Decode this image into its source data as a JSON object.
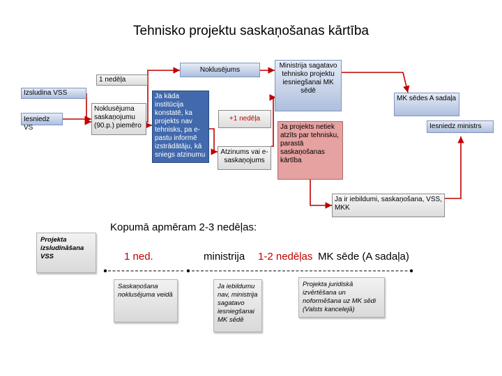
{
  "title": "Tehnisko projektu saskaņošanas kārtība",
  "nodes": {
    "izsludina": "Izsludina VSS",
    "iesniedz_vs": "Iesniedz VS",
    "nedela_1": "1 nedēļa",
    "noklusejuma_saskanojumu": "Noklusējuma saskaņojumu (90.p.) piemēro",
    "ja_kada": "Ja kāda institūcija konstatē, ka projekts nav tehnisks, pa e-pastu informē izstrādātāju, kā sniegs atzinumu",
    "noklusejums": "Noklusējums",
    "plus_nedela": "+1 nedēļa",
    "atzinums": "Atzinums vai e-saskaņojums",
    "ministrija_sagatavo": "Ministrija sagatavo tehnisko projektu iesniegšanai MK sēdē",
    "ja_projekts": "Ja projekts netiek atzīts par tehnisku, parastā saskaņošanas kārtība",
    "mk_sede": "MK sēdes A sadaļa",
    "iesniedz_ministrs": "Iesniedz ministrs",
    "iebildumi": "Ja ir iebildumi, saskaņošana, VSS, MKK"
  },
  "timeline": {
    "kopuma": "Kopumā apmēram 2-3 nedēļas:",
    "projekta_izsludinasana": "Projekta izsludināšana VSS",
    "ned_1": "1 ned.",
    "ministrija": "ministrija",
    "nedelas_1_2": "1-2 nedēļas",
    "mk_sede_a": "MK sēde (A sadaļa)",
    "saskanosana": "Saskaņošana noklusējuma veidā",
    "ja_iebildumu_nav": "Ja iebildumu nav, ministrija sagatavo iesniegšanai MK sēdē",
    "projekta_juridiska": "Projekta juridiskā izvērtēšana un noformēšana uz MK sēdi (Valsts kancelejā)"
  },
  "colors": {
    "arrow": "#c00000",
    "dark_box": "#4169ac",
    "pink_box": "#e6a1a1",
    "blue_box": "#aebfdd"
  }
}
